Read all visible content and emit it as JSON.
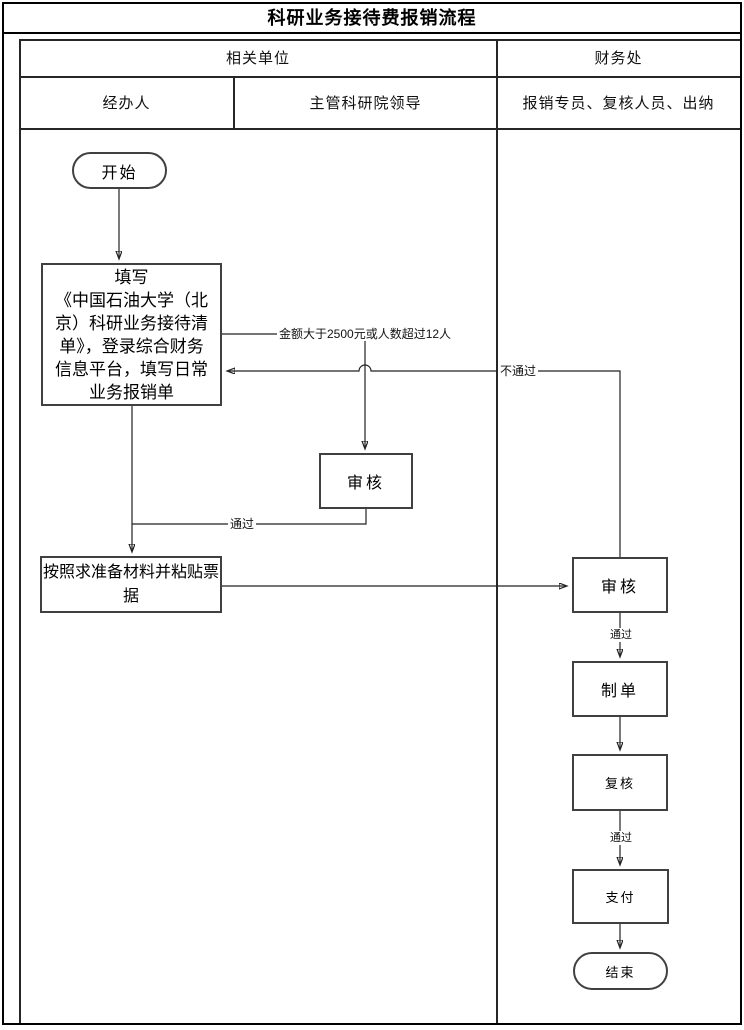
{
  "title": "科研业务接待费报销流程",
  "lanes": {
    "group_left": "相关单位",
    "group_right": "财务处",
    "col_handler": "经办人",
    "col_leader": "主管科研院领导",
    "col_finance": "报销专员、复核人员、出纳"
  },
  "nodes": {
    "start": {
      "label": "开始",
      "shape": "stadium"
    },
    "fill_form": {
      "shape": "process",
      "lines": [
        "填写",
        "《中国石油大学（北",
        "京）科研业务接待清",
        "单》，登录综合财务",
        "信息平台，填写日常",
        "业务报销单"
      ],
      "text": "填写《中国石油大学（北京）科研业务接待清单》，登录综合财务信息平台，填写日常业务报销单"
    },
    "review_leader": {
      "label": "审核",
      "shape": "process"
    },
    "prepare": {
      "shape": "process",
      "lines": [
        "按照求准备材料并粘贴票",
        "据"
      ],
      "text": "按照求准备材料并粘贴票据"
    },
    "review_finance": {
      "label": "审核",
      "shape": "process"
    },
    "make_doc": {
      "label": "制单",
      "shape": "process"
    },
    "recheck": {
      "label": "复核",
      "shape": "process"
    },
    "pay": {
      "label": "支付",
      "shape": "process"
    },
    "end": {
      "label": "结束",
      "shape": "stadium"
    }
  },
  "edge_labels": {
    "amount_condition": "金额大于2500元或人数超过12人",
    "fail": "不通过",
    "pass_leader": "通过",
    "pass_review_finance": "通过",
    "pass_recheck": "通过"
  },
  "colors": {
    "line": "#262626",
    "box_border": "#404040",
    "background": "#ffffff",
    "text": "#000000"
  }
}
